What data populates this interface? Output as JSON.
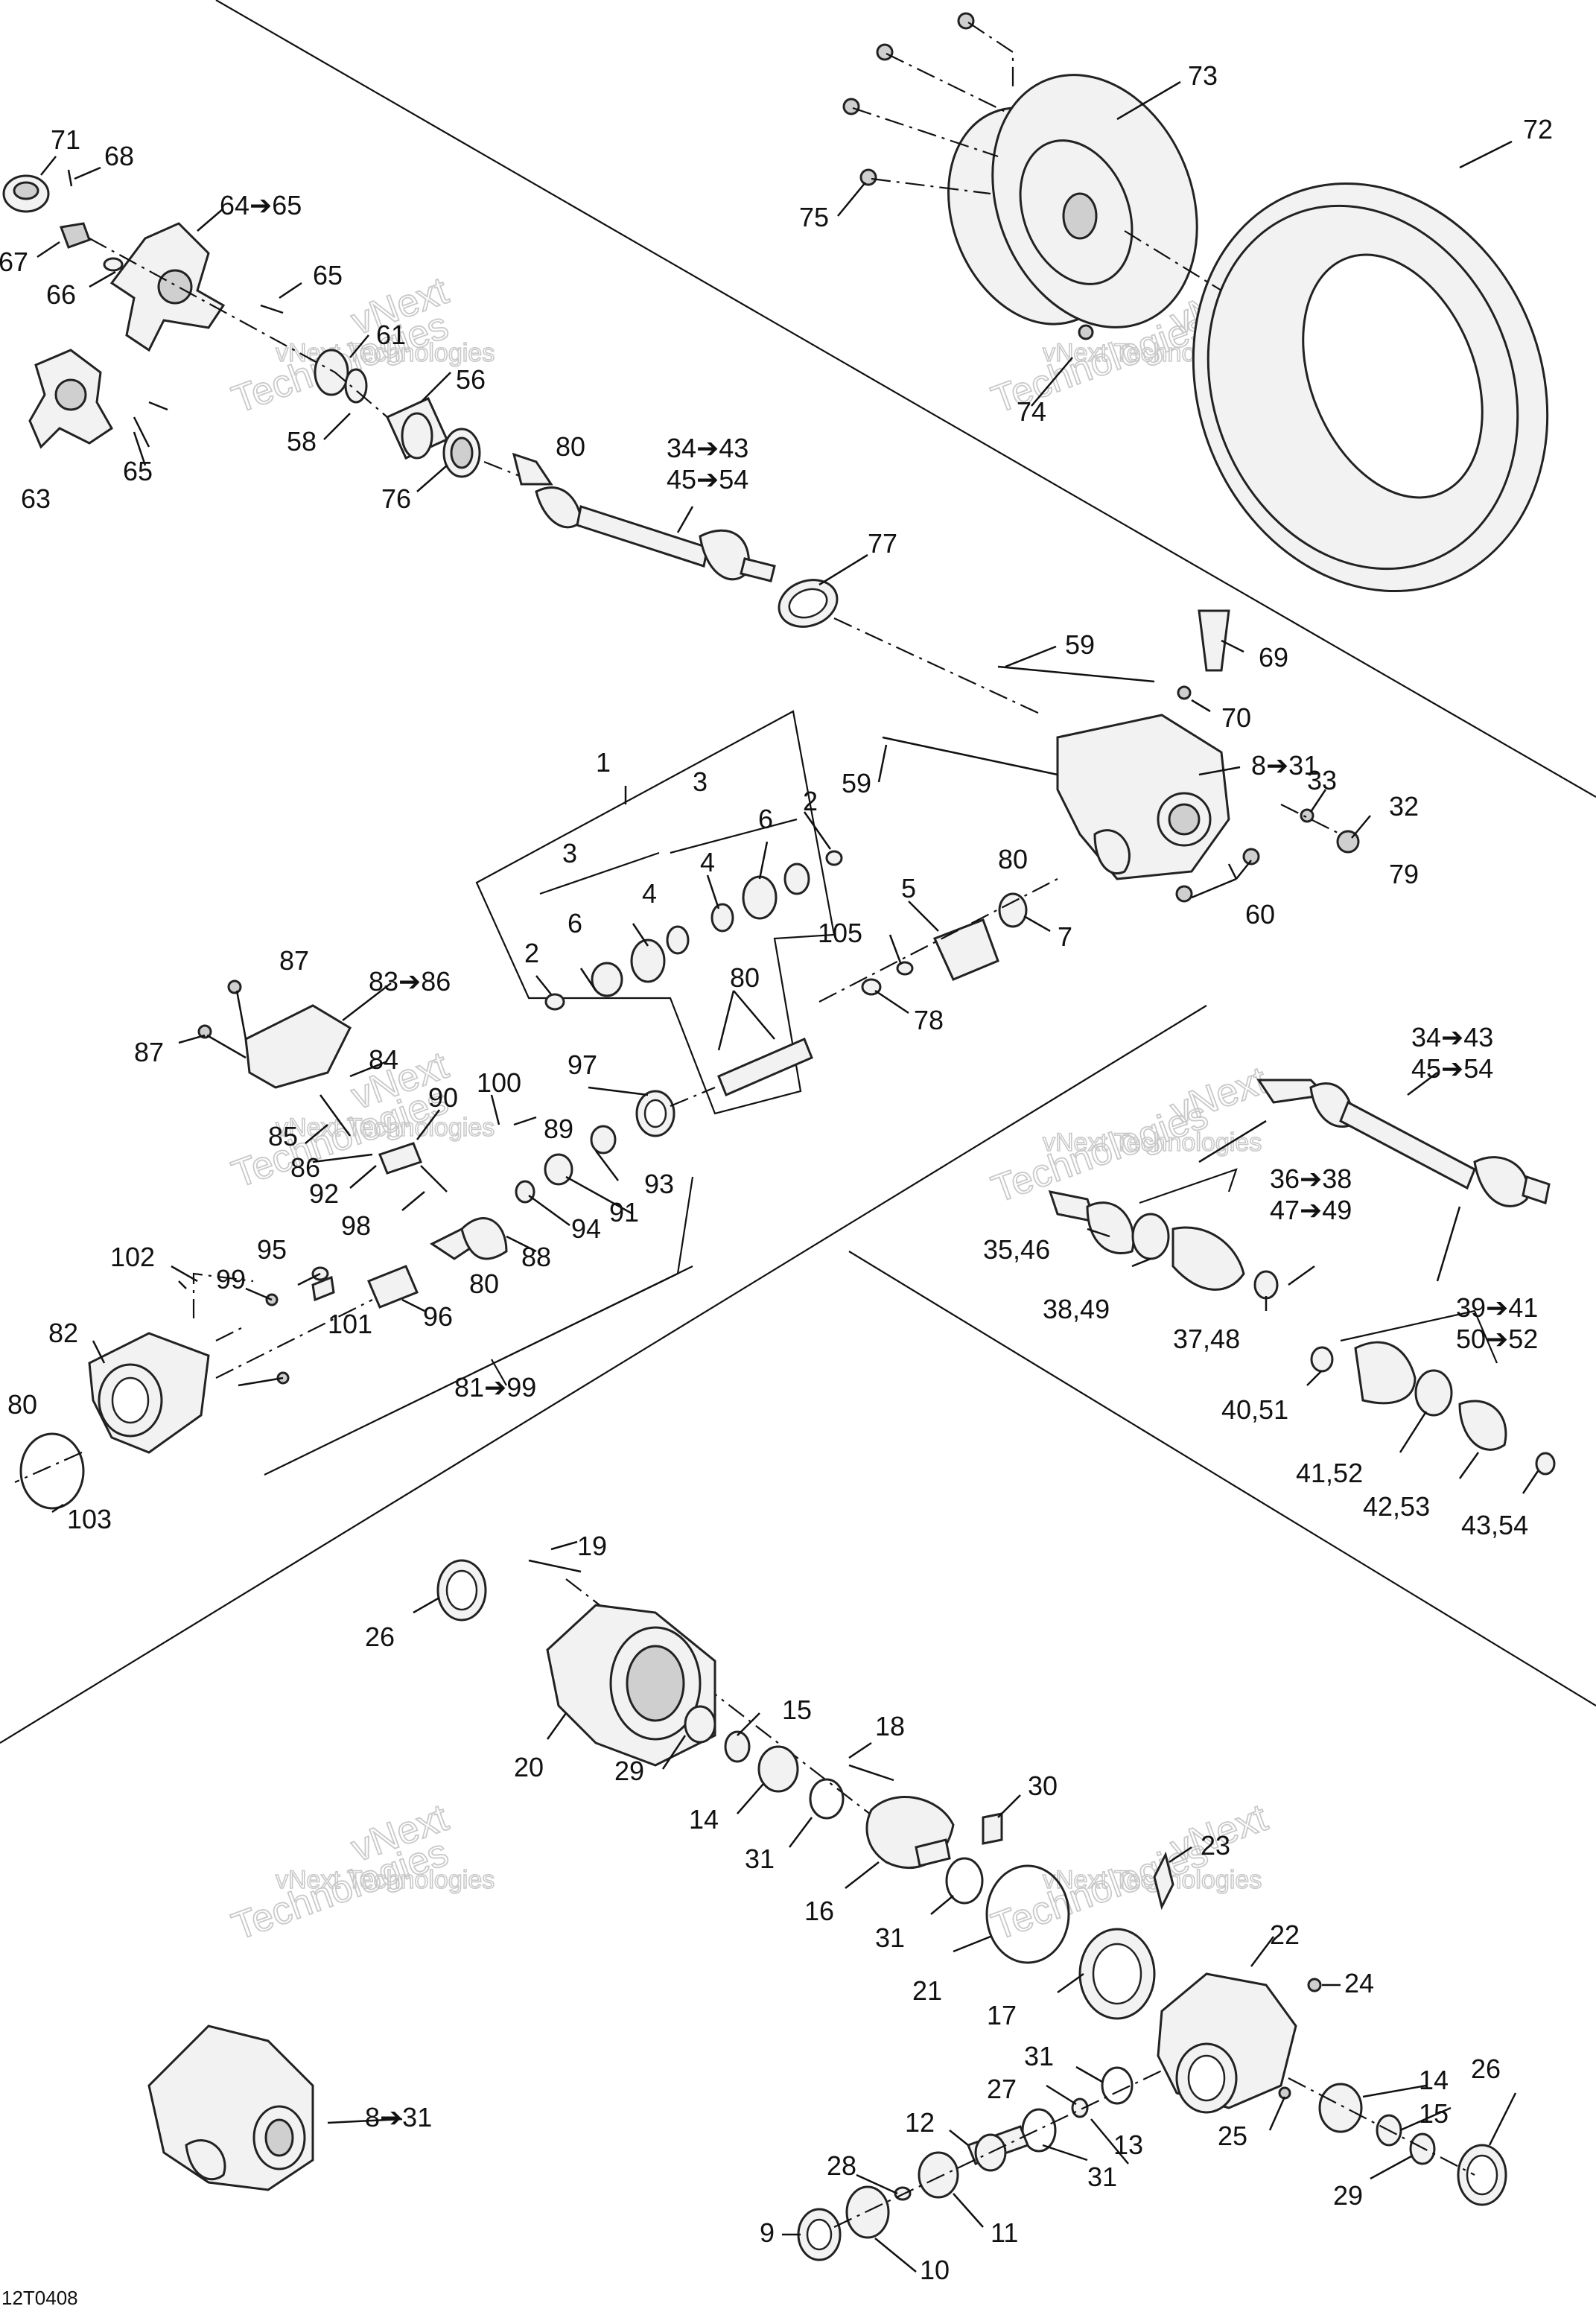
{
  "diagram_code": "12T0408",
  "watermark": {
    "line1": "vNext",
    "line2": "vNext Technologies",
    "line3": "Technologies"
  },
  "labels": {
    "l71": "71",
    "l68": "68",
    "l67": "67",
    "l66": "66",
    "l64_65": "64➔65",
    "l65a": "65",
    "l61": "61",
    "l56": "56",
    "l58": "58",
    "l63": "63",
    "l65b": "65",
    "l76": "76",
    "l80a": "80",
    "l34_43a": "34➔43",
    "l45_54a": "45➔54",
    "l77": "77",
    "l73": "73",
    "l72": "72",
    "l75": "75",
    "l74": "74",
    "l59a": "59",
    "l69": "69",
    "l70": "70",
    "l8_31a": "8➔31",
    "l33": "33",
    "l32": "32",
    "l79": "79",
    "l60": "60",
    "l59b": "59",
    "l80b": "80",
    "l5": "5",
    "l7": "7",
    "l1": "1",
    "l3a": "3",
    "l3b": "3",
    "l2a": "2",
    "l2b": "2",
    "l6a": "6",
    "l6b": "6",
    "l4a": "4",
    "l4b": "4",
    "l105": "105",
    "l78": "78",
    "l80c": "80",
    "l87a": "87",
    "l87b": "87",
    "l83_86": "83➔86",
    "l84": "84",
    "l85": "85",
    "l86": "86",
    "l90": "90",
    "l100": "100",
    "l89": "89",
    "l97": "97",
    "l92": "92",
    "l98": "98",
    "l93": "93",
    "l91": "91",
    "l94": "94",
    "l88": "88",
    "l80d": "80",
    "l102": "102",
    "l99": "99",
    "l95": "95",
    "l101": "101",
    "l96": "96",
    "l82": "82",
    "l80e": "80",
    "l81_99": "81➔99",
    "l103": "103",
    "l34_43b": "34➔43",
    "l45_54b": "45➔54",
    "l36_38": "36➔38",
    "l47_49": "47➔49",
    "l35_46": "35,46",
    "l38_49": "38,49",
    "l37_48": "37,48",
    "l39_41": "39➔41",
    "l50_52": "50➔52",
    "l40_51": "40,51",
    "l41_52": "41,52",
    "l42_53": "42,53",
    "l43_54": "43,54",
    "l19": "19",
    "l26a": "26",
    "l20": "20",
    "l29a": "29",
    "l15a": "15",
    "l14a": "14",
    "l18": "18",
    "l30": "30",
    "l31a": "31",
    "l16": "16",
    "l23": "23",
    "l31b": "31",
    "l21": "21",
    "l22": "22",
    "l17": "17",
    "l24": "24",
    "l8_31b": "8➔31",
    "l31c": "31",
    "l14b": "14",
    "l27": "27",
    "l15b": "15",
    "l12": "12",
    "l13": "13",
    "l26b": "26",
    "l25": "25",
    "l28": "28",
    "l31d": "31",
    "l29b": "29",
    "l9": "9",
    "l11": "11",
    "l10": "10"
  }
}
